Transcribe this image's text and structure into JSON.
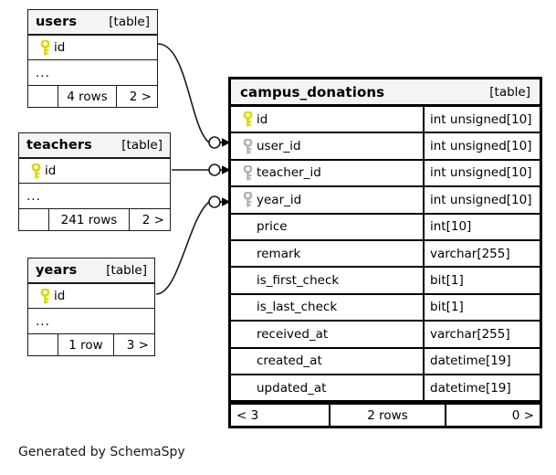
{
  "diagram": {
    "generator_text": "Generated by SchemaSpy",
    "table_tag": "[table]",
    "ellipsis": "...",
    "colors": {
      "primary_key": "#d9d900",
      "foreign_key": "#b3b3b3",
      "header_bg": "#f4f4f4",
      "border": "#000000",
      "text": "#000000"
    }
  },
  "tables": {
    "users": {
      "name": "users",
      "tag": "[table]",
      "columns": [
        {
          "name": "id",
          "key": "primary"
        }
      ],
      "more": "...",
      "footer": {
        "left": "",
        "center": "4 rows",
        "right": "2 >"
      }
    },
    "teachers": {
      "name": "teachers",
      "tag": "[table]",
      "columns": [
        {
          "name": "id",
          "key": "primary"
        }
      ],
      "more": "...",
      "footer": {
        "left": "",
        "center": "241 rows",
        "right": "2 >"
      }
    },
    "years": {
      "name": "years",
      "tag": "[table]",
      "columns": [
        {
          "name": "id",
          "key": "primary"
        }
      ],
      "more": "...",
      "footer": {
        "left": "",
        "center": "1 row",
        "right": "3 >"
      }
    },
    "campus_donations": {
      "name": "campus_donations",
      "tag": "[table]",
      "columns": [
        {
          "name": "id",
          "type": "int unsigned[10]",
          "key": "primary"
        },
        {
          "name": "user_id",
          "type": "int unsigned[10]",
          "key": "foreign"
        },
        {
          "name": "teacher_id",
          "type": "int unsigned[10]",
          "key": "foreign"
        },
        {
          "name": "year_id",
          "type": "int unsigned[10]",
          "key": "foreign"
        },
        {
          "name": "price",
          "type": "int[10]",
          "key": "none"
        },
        {
          "name": "remark",
          "type": "varchar[255]",
          "key": "none"
        },
        {
          "name": "is_first_check",
          "type": "bit[1]",
          "key": "none"
        },
        {
          "name": "is_last_check",
          "type": "bit[1]",
          "key": "none"
        },
        {
          "name": "received_at",
          "type": "varchar[255]",
          "key": "none"
        },
        {
          "name": "created_at",
          "type": "datetime[19]",
          "key": "none"
        },
        {
          "name": "updated_at",
          "type": "datetime[19]",
          "key": "none"
        }
      ],
      "footer": {
        "left": "< 3",
        "center": "2 rows",
        "right": "0 >"
      }
    }
  },
  "relationships": [
    {
      "from": "users",
      "from_column": "id",
      "to": "campus_donations",
      "to_column": "user_id"
    },
    {
      "from": "teachers",
      "from_column": "id",
      "to": "campus_donations",
      "to_column": "teacher_id"
    },
    {
      "from": "years",
      "from_column": "id",
      "to": "campus_donations",
      "to_column": "year_id"
    }
  ]
}
